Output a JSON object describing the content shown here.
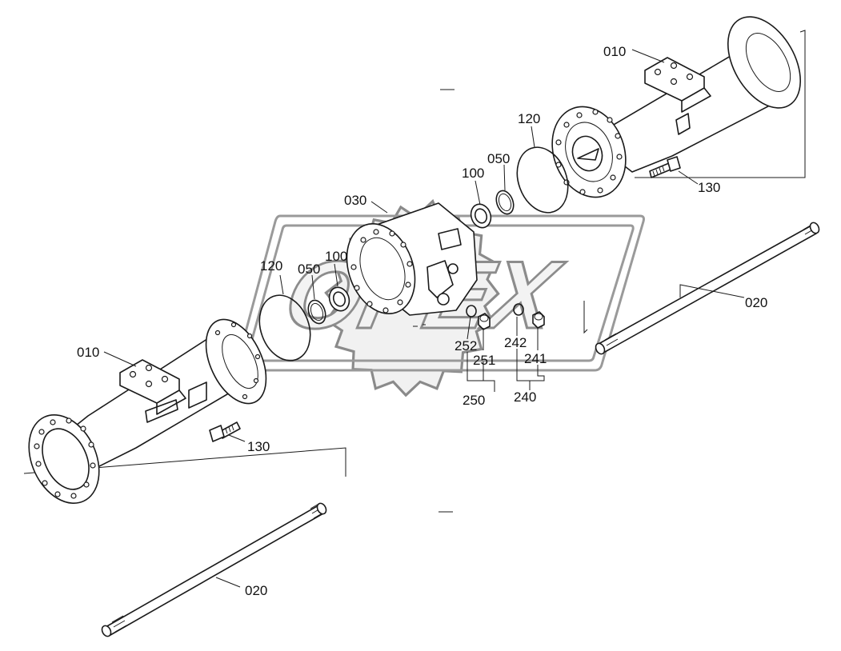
{
  "diagram": {
    "watermark_text": "OPEX",
    "callouts": {
      "housing_upper": "010",
      "housing_lower": "010",
      "shaft_right": "020",
      "shaft_lower": "020",
      "center_housing": "030",
      "oring_050_upper": "050",
      "oring_050_lower": "050",
      "seal_100_upper": "100",
      "seal_100_lower": "100",
      "oring_120_upper": "120",
      "oring_120_lower": "120",
      "bolt_130_upper": "130",
      "bolt_130_lower": "130",
      "plug_group_240": "240",
      "plug_241": "241",
      "washer_242": "242",
      "plug_group_250": "250",
      "plug_251": "251",
      "washer_252": "252"
    }
  }
}
